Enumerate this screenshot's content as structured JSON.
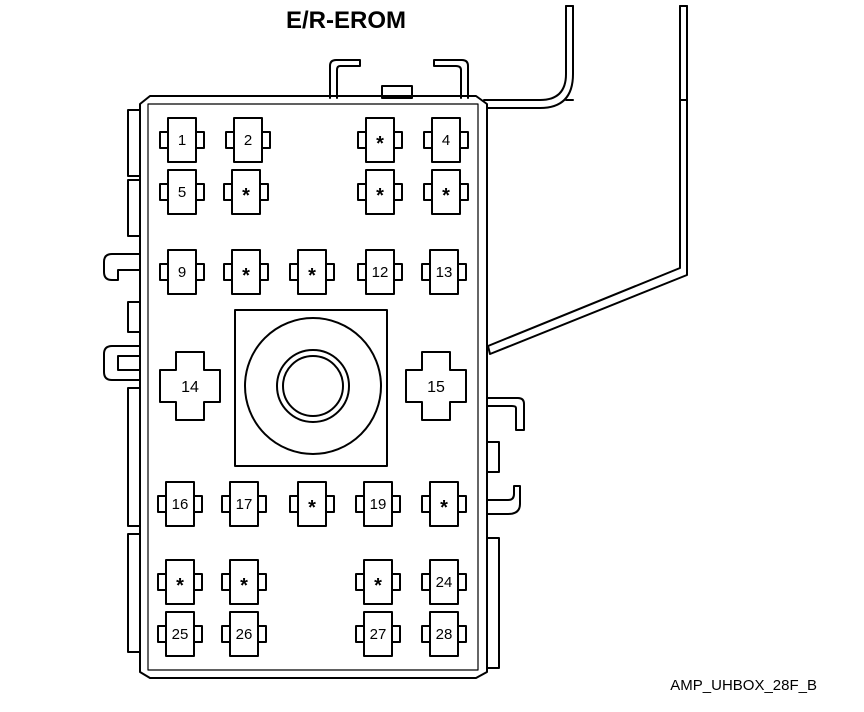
{
  "title": "E/R-EROM",
  "footer_label": "AMP_UHBOX_28F_B",
  "colors": {
    "line": "#000000",
    "background": "#ffffff"
  },
  "cells": [
    {
      "id": "c1",
      "label": "1"
    },
    {
      "id": "c2",
      "label": "2"
    },
    {
      "id": "c3",
      "label": "*"
    },
    {
      "id": "c4",
      "label": "4"
    },
    {
      "id": "c5",
      "label": "5"
    },
    {
      "id": "c6",
      "label": "*"
    },
    {
      "id": "c7",
      "label": "*"
    },
    {
      "id": "c8",
      "label": "*"
    },
    {
      "id": "c9",
      "label": "9"
    },
    {
      "id": "c10",
      "label": "*"
    },
    {
      "id": "c11",
      "label": "*"
    },
    {
      "id": "c12",
      "label": "12"
    },
    {
      "id": "c13",
      "label": "13"
    },
    {
      "id": "c16",
      "label": "16"
    },
    {
      "id": "c17",
      "label": "17"
    },
    {
      "id": "c18",
      "label": "*"
    },
    {
      "id": "c19",
      "label": "19"
    },
    {
      "id": "c20",
      "label": "*"
    },
    {
      "id": "c21",
      "label": "*"
    },
    {
      "id": "c22",
      "label": "*"
    },
    {
      "id": "c23",
      "label": "*"
    },
    {
      "id": "c24",
      "label": "24"
    },
    {
      "id": "c25",
      "label": "25"
    },
    {
      "id": "c26",
      "label": "26"
    },
    {
      "id": "c27",
      "label": "27"
    },
    {
      "id": "c28",
      "label": "28"
    }
  ],
  "large_cells": [
    {
      "id": "c14",
      "label": "14"
    },
    {
      "id": "c15",
      "label": "15"
    }
  ]
}
